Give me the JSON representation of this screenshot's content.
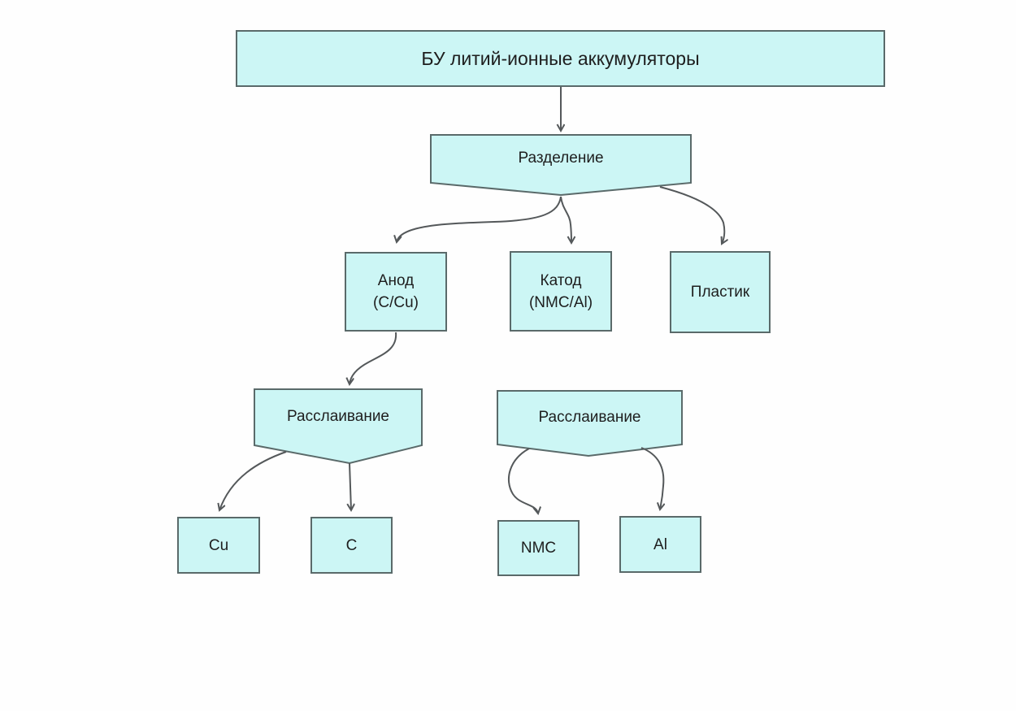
{
  "diagram": {
    "title": "БУ литий-ионные аккумуляторы",
    "colors": {
      "background": "#fefefe",
      "node_fill": "#ccf6f5",
      "node_border": "#5a6a6a",
      "connector": "#54585a",
      "text": "#1e1e1e"
    },
    "nodes": {
      "root": {
        "label": "БУ литий-ионные аккумуляторы",
        "shape": "rectangle"
      },
      "separation": {
        "label": "Разделение",
        "shape": "pentagon-down"
      },
      "anode": {
        "label": "Анод\n(C/Cu)",
        "shape": "rectangle"
      },
      "cathode": {
        "label": "Катод\n(NMC/Al)",
        "shape": "rectangle"
      },
      "plastic": {
        "label": "Пластик",
        "shape": "rectangle"
      },
      "delamination_left": {
        "label": "Расслаивание",
        "shape": "pentagon-down"
      },
      "delamination_right": {
        "label": "Расслаивание",
        "shape": "pentagon-down"
      },
      "cu": {
        "label": "Cu",
        "shape": "rectangle"
      },
      "carbon": {
        "label": "C",
        "shape": "rectangle"
      },
      "nmc": {
        "label": "NMC",
        "shape": "rectangle"
      },
      "al": {
        "label": "Al",
        "shape": "rectangle"
      }
    },
    "edges": [
      {
        "from": "root",
        "to": "separation"
      },
      {
        "from": "separation",
        "to": "anode"
      },
      {
        "from": "separation",
        "to": "cathode"
      },
      {
        "from": "separation",
        "to": "plastic"
      },
      {
        "from": "anode",
        "to": "delamination_left"
      },
      {
        "from": "delamination_left",
        "to": "cu"
      },
      {
        "from": "delamination_left",
        "to": "carbon"
      },
      {
        "from": "delamination_right",
        "to": "nmc"
      },
      {
        "from": "delamination_right",
        "to": "al"
      }
    ]
  }
}
